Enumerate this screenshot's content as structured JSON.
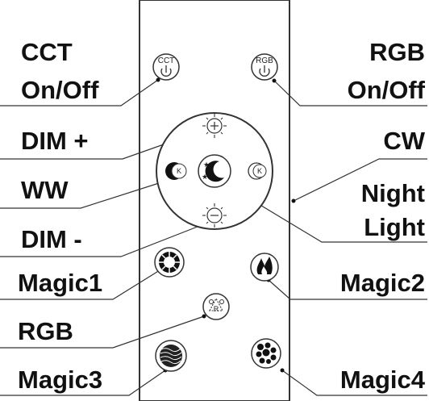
{
  "labels": {
    "cct_onoff": [
      "CCT",
      "On/Off"
    ],
    "rgb_onoff": [
      "RGB",
      "On/Off"
    ],
    "dim_plus": "DIM +",
    "cw": "CW",
    "ww": "WW",
    "night_light": [
      "Night",
      "Light"
    ],
    "dim_minus": "DIM -",
    "magic1": "Magic1",
    "magic2": "Magic2",
    "rgb": "RGB",
    "magic3": "Magic3",
    "magic4": "Magic4"
  },
  "button_text": {
    "cct": "CCT",
    "rgb": "RGB",
    "rgb_cycle": "R"
  }
}
